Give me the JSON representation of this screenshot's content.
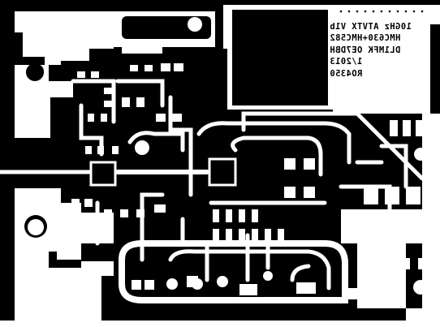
{
  "board": {
    "silkscreen_lines": [
      "10GHz ATVTX V1b",
      "HMC630+HMC582",
      "DL1MFK OE7DBH",
      "1/2013",
      "RO4350"
    ]
  },
  "colors": {
    "copper": "#ffffff",
    "substrate": "#000000"
  }
}
